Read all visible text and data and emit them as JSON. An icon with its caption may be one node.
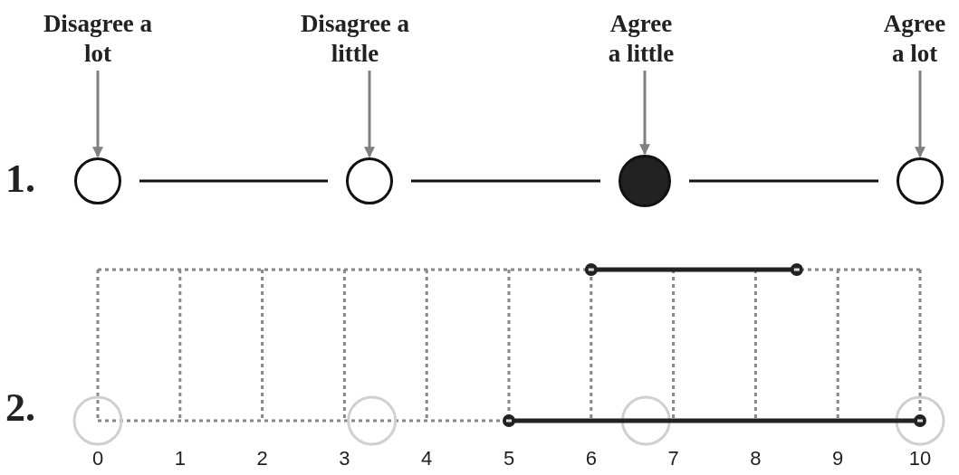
{
  "diagram": {
    "nodes": [
      {
        "text": [
          "Disagree a lot"
        ]
      },
      {
        "text": [
          "Disagree a little"
        ]
      },
      {
        "text": [
          "Agree a little"
        ]
      },
      {
        "text": [
          "Agree a lot"
        ]
      },
      {
        "text": [],
        "shape": "circle"
      },
      {
        "text": [],
        "shape": "circle"
      },
      {
        "text": [],
        "shape": "circle"
      },
      {
        "text": [],
        "shape": "circle"
      }
    ],
    "edges": [
      {
        "from": 0,
        "to": 4,
        "arrow": "to"
      },
      {
        "from": 1,
        "to": 5,
        "arrow": "to"
      },
      {
        "from": 2,
        "to": 6,
        "arrow": "to"
      },
      {
        "from": 3,
        "to": 7,
        "arrow": "to"
      },
      {
        "from": 4,
        "to": 5,
        "arrow": "none",
        "color": "#111111"
      },
      {
        "from": 5,
        "to": 6,
        "arrow": "none",
        "color": "#111111"
      },
      {
        "from": 6,
        "to": 7,
        "arrow": "none",
        "color": "#111111"
      }
    ],
    "labels": [
      "1.",
      "2.",
      "0",
      "1",
      "2",
      "3",
      "4",
      "5",
      "6",
      "7",
      "8",
      "9",
      "10"
    ]
  }
}
